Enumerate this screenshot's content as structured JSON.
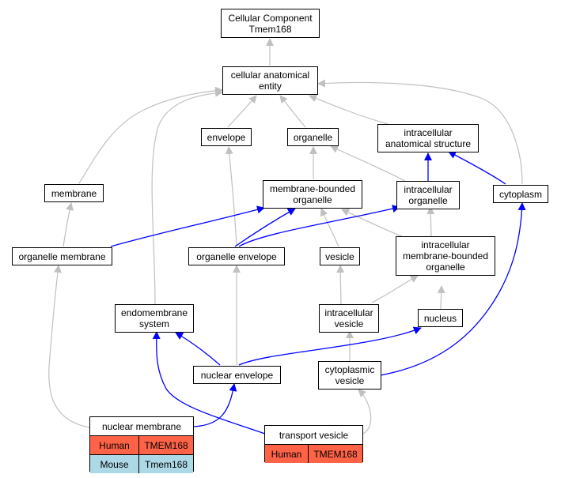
{
  "colors": {
    "gray_edge": "#c0c0c0",
    "blue_edge": "#0000ff",
    "human": "#ff6347",
    "mouse": "#add8e6"
  },
  "nodes": {
    "root": [
      "Cellular Component",
      "Tmem168"
    ],
    "cae": [
      "cellular anatomical",
      "entity"
    ],
    "envelope": [
      "envelope"
    ],
    "organelle": [
      "organelle"
    ],
    "ias": [
      "intracellular",
      "anatomical structure"
    ],
    "membrane": [
      "membrane"
    ],
    "mbo": [
      "membrane-bounded",
      "organelle"
    ],
    "io": [
      "intracellular",
      "organelle"
    ],
    "cytoplasm": [
      "cytoplasm"
    ],
    "om": [
      "organelle membrane"
    ],
    "oe": [
      "organelle envelope"
    ],
    "vesicle": [
      "vesicle"
    ],
    "imbo": [
      "intracellular",
      "membrane-bounded",
      "organelle"
    ],
    "endo": [
      "endomembrane",
      "system"
    ],
    "iv": [
      "intracellular",
      "vesicle"
    ],
    "nucleus": [
      "nucleus"
    ],
    "ne": [
      "nuclear envelope"
    ],
    "cv": [
      "cytoplasmic",
      "vesicle"
    ]
  },
  "tables": {
    "nm": {
      "title": "nuclear membrane",
      "rows": [
        {
          "species": "Human",
          "gene": "TMEM168",
          "color": "#ff6347"
        },
        {
          "species": "Mouse",
          "gene": "Tmem168",
          "color": "#add8e6"
        }
      ]
    },
    "tv": {
      "title": "transport vesicle",
      "rows": [
        {
          "species": "Human",
          "gene": "TMEM168",
          "color": "#ff6347"
        }
      ]
    }
  }
}
